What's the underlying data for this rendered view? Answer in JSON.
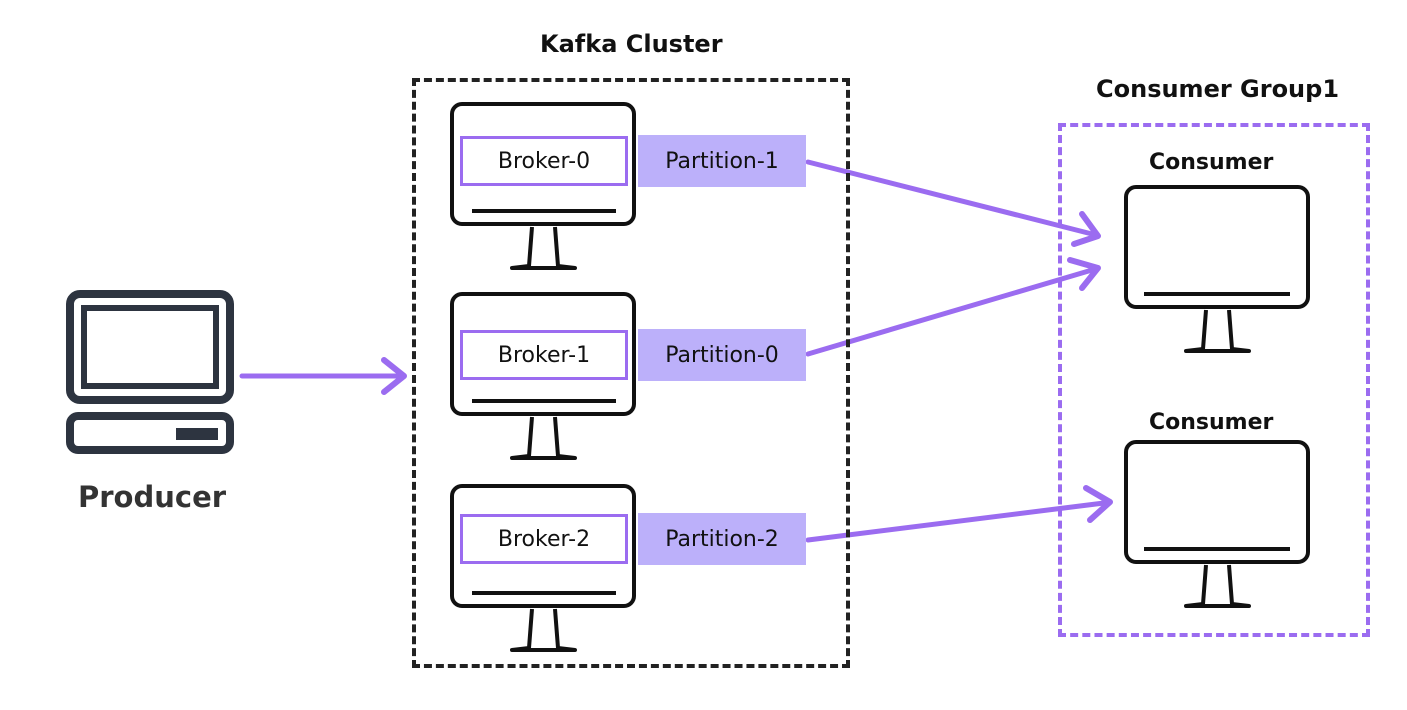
{
  "cluster": {
    "title": "Kafka Cluster"
  },
  "producer": {
    "label": "Producer",
    "icon": "computer-icon"
  },
  "brokers": [
    {
      "label": "Broker-0",
      "partition": "Partition-1",
      "icon": "monitor-icon"
    },
    {
      "label": "Broker-1",
      "partition": "Partition-0",
      "icon": "monitor-icon"
    },
    {
      "label": "Broker-2",
      "partition": "Partition-2",
      "icon": "monitor-icon"
    }
  ],
  "consumer_group": {
    "title": "Consumer Group1",
    "consumers": [
      {
        "label": "Consumer",
        "icon": "monitor-icon"
      },
      {
        "label": "Consumer",
        "icon": "monitor-icon"
      }
    ]
  },
  "colors": {
    "accent": "#9b6cf0",
    "partition_fill": "#bcb0fa",
    "outline": "#111111",
    "producer_outline": "#2d3440"
  }
}
